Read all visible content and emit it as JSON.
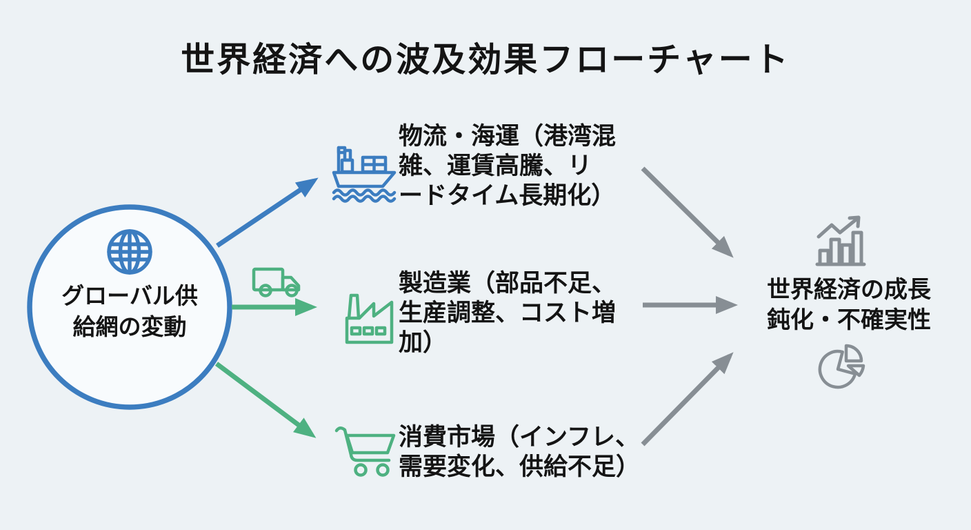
{
  "title": "世界経済への波及効果フローチャート",
  "colors": {
    "background": "#edf2f5",
    "blue": "#3c7dc0",
    "green": "#4eb181",
    "gray": "#878e94",
    "text": "#141414",
    "circle_fill": "#f8fbfd"
  },
  "source_node": {
    "label": "グローバル供\n給網の変動",
    "icon": "globe-icon"
  },
  "branches": [
    {
      "id": "logistics-shipping",
      "icon": "ship-icon",
      "label": "物流・海運（港湾混\n雑、運賃高騰、リ\nードタイム長期化）",
      "arrow_from_source_color": "blue",
      "arrow_to_outcome_color": "gray"
    },
    {
      "id": "manufacturing",
      "icon": "factory-icon",
      "extra_icon": "truck-icon",
      "label": "製造業（部品不足、\n生産調整、コスト増\n加）",
      "arrow_from_source_color": "green",
      "arrow_to_outcome_color": "gray"
    },
    {
      "id": "consumer-market",
      "icon": "cart-icon",
      "label": "消費市場（インフレ、\n需要変化、供給不足）",
      "arrow_from_source_color": "green",
      "arrow_to_outcome_color": "gray"
    }
  ],
  "outcome_node": {
    "label": "世界経済の成長\n鈍化・不確実性",
    "icon_top": "bar-chart-icon",
    "icon_bottom": "pie-chart-icon"
  }
}
